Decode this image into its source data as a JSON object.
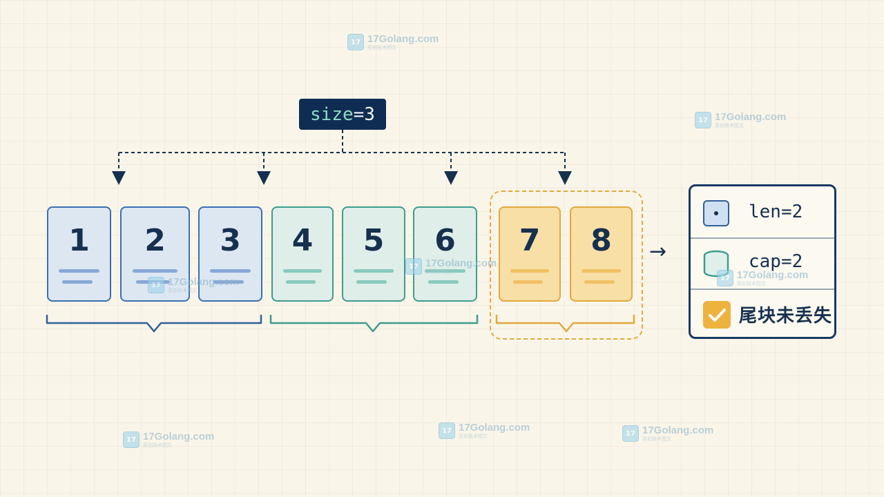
{
  "size_label": {
    "key": "size",
    "value": "=3"
  },
  "elements": [
    {
      "num": "1",
      "group": "blue"
    },
    {
      "num": "2",
      "group": "blue"
    },
    {
      "num": "3",
      "group": "blue"
    },
    {
      "num": "4",
      "group": "teal"
    },
    {
      "num": "5",
      "group": "teal"
    },
    {
      "num": "6",
      "group": "teal"
    },
    {
      "num": "7",
      "group": "amber"
    },
    {
      "num": "8",
      "group": "amber"
    }
  ],
  "result": {
    "len": "len=2",
    "cap": "cap=2",
    "status": "尾块未丢失"
  },
  "arrow_symbol": "→",
  "watermark": {
    "title": "17Golang.com",
    "subtitle": "原创技术图文",
    "logo": "17"
  },
  "colors": {
    "blue": "#3a6fb0",
    "teal": "#3c9c8f",
    "amber": "#e0a93b",
    "navy": "#0f2d52"
  }
}
